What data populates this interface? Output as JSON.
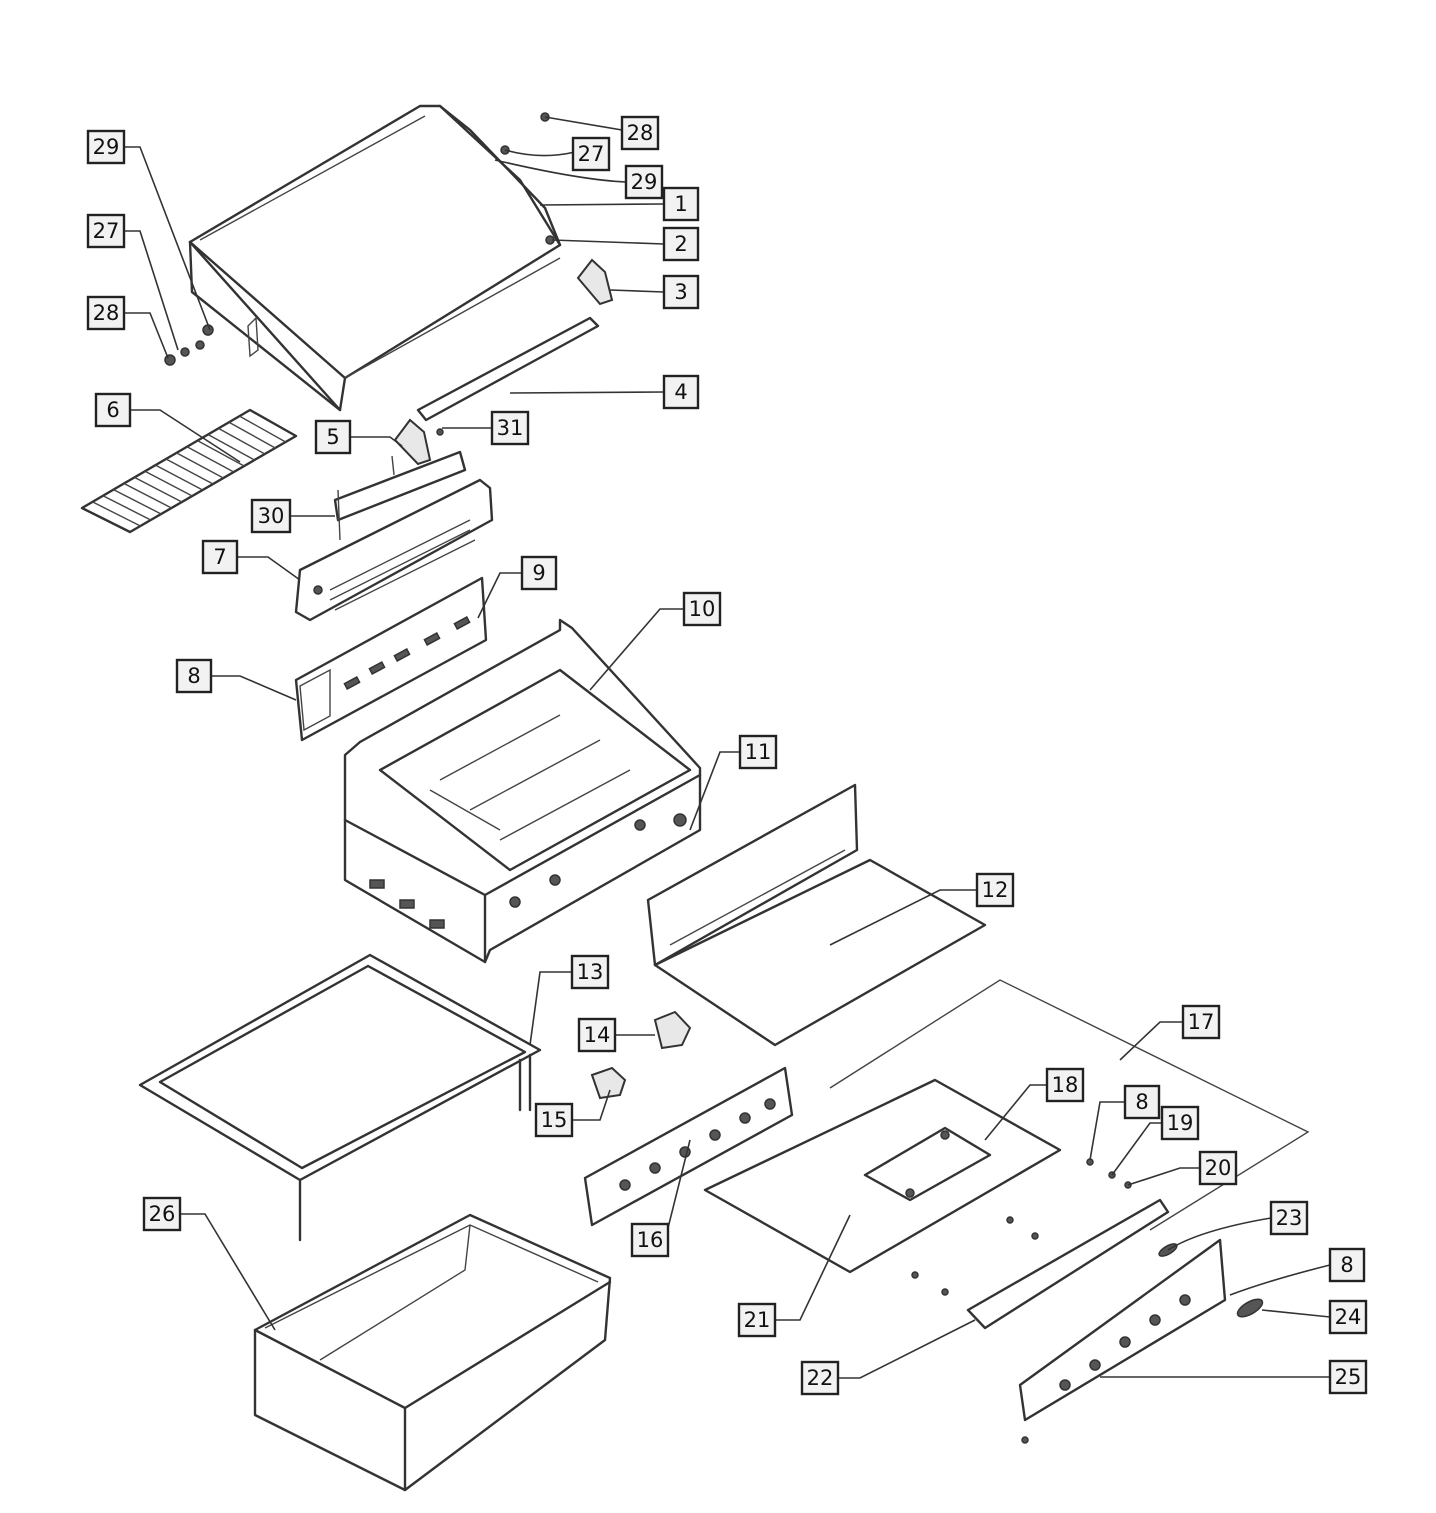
{
  "callouts": [
    {
      "id": "c28a",
      "label": "28"
    },
    {
      "id": "c27a",
      "label": "27"
    },
    {
      "id": "c29a",
      "label": "29"
    },
    {
      "id": "c1",
      "label": "1"
    },
    {
      "id": "c2",
      "label": "2"
    },
    {
      "id": "c3",
      "label": "3"
    },
    {
      "id": "c4",
      "label": "4"
    },
    {
      "id": "c29b",
      "label": "29"
    },
    {
      "id": "c27b",
      "label": "27"
    },
    {
      "id": "c28b",
      "label": "28"
    },
    {
      "id": "c6",
      "label": "6"
    },
    {
      "id": "c5",
      "label": "5"
    },
    {
      "id": "c31",
      "label": "31"
    },
    {
      "id": "c30",
      "label": "30"
    },
    {
      "id": "c7",
      "label": "7"
    },
    {
      "id": "c9",
      "label": "9"
    },
    {
      "id": "c10",
      "label": "10"
    },
    {
      "id": "c8a",
      "label": "8"
    },
    {
      "id": "c11",
      "label": "11"
    },
    {
      "id": "c12",
      "label": "12"
    },
    {
      "id": "c13",
      "label": "13"
    },
    {
      "id": "c14",
      "label": "14"
    },
    {
      "id": "c15",
      "label": "15"
    },
    {
      "id": "c16",
      "label": "16"
    },
    {
      "id": "c17",
      "label": "17"
    },
    {
      "id": "c18",
      "label": "18"
    },
    {
      "id": "c8b",
      "label": "8"
    },
    {
      "id": "c19",
      "label": "19"
    },
    {
      "id": "c20",
      "label": "20"
    },
    {
      "id": "c23",
      "label": "23"
    },
    {
      "id": "c8c",
      "label": "8"
    },
    {
      "id": "c24",
      "label": "24"
    },
    {
      "id": "c25",
      "label": "25"
    },
    {
      "id": "c26",
      "label": "26"
    },
    {
      "id": "c21",
      "label": "21"
    },
    {
      "id": "c22",
      "label": "22"
    }
  ]
}
